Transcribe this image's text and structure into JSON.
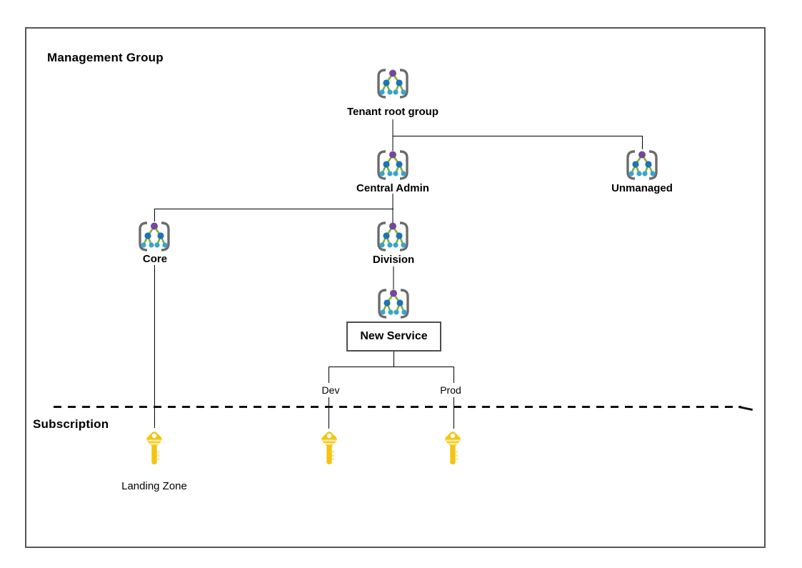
{
  "diagram": {
    "management_group_section_label": "Management Group",
    "subscription_section_label": "Subscription",
    "nodes": {
      "tenant_root": {
        "label": "Tenant root group"
      },
      "central_admin": {
        "label": "Central Admin"
      },
      "unmanaged": {
        "label": "Unmanaged"
      },
      "core": {
        "label": "Core"
      },
      "division": {
        "label": "Division"
      },
      "new_service": {
        "label": "New Service"
      }
    },
    "environments": {
      "dev": "Dev",
      "prod": "Prod"
    },
    "landing_zone_label": "Landing Zone",
    "hierarchy": {
      "tenant_root_children": [
        "central_admin",
        "unmanaged"
      ],
      "central_admin_children": [
        "core",
        "division"
      ],
      "division_children": [
        "new_service"
      ],
      "new_service_children": [
        "dev",
        "prod"
      ],
      "subscriptions": [
        "landing_zone_under_core",
        "dev_subscription",
        "prod_subscription"
      ]
    }
  },
  "colors": {
    "mg_icon_brace": "#6b6b6b",
    "mg_icon_root_node": "#74479e",
    "mg_icon_mid_node": "#1f72b8",
    "mg_icon_leaf_node": "#3aa4cd",
    "mg_icon_connector": "#7db32e",
    "key_icon_body": "#f2c513",
    "key_icon_detail": "#fae9a0",
    "connector_line": "#000000",
    "stem_line": "#7f7f7f",
    "frame_border": "#565656"
  }
}
